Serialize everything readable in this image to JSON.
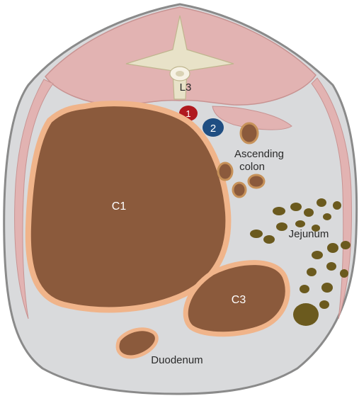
{
  "labels": {
    "vertebra": "L3",
    "artery_marker": "1",
    "vein_marker": "2",
    "c1": "C1",
    "c3": "C3",
    "ascending_colon_line1": "Ascending",
    "ascending_colon_line2": "colon",
    "jejunum": "Jejunum",
    "duodenum": "Duodenum"
  },
  "colors": {
    "outline": "#7f7f7f",
    "muscle": "#e2b3b2",
    "abdomen_fill": "#d9dadc",
    "cyst_fill": "#8b5a3c",
    "cyst_rim": "#f0b48a",
    "artery": "#b0191f",
    "vein": "#1f4e82",
    "jejunum_loops": "#6b5a1e",
    "vertebra": "#e8e2c8"
  }
}
